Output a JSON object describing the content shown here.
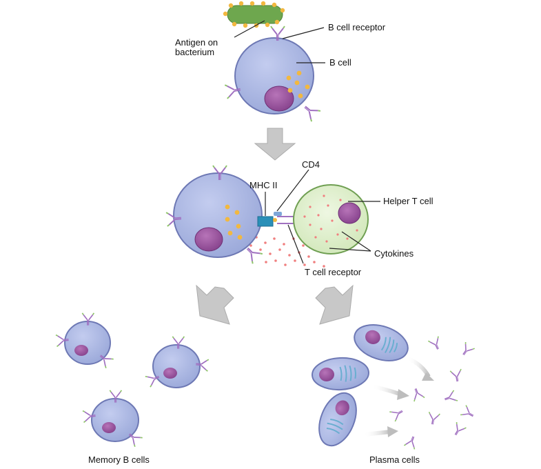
{
  "labels": {
    "antigen_line1": "Antigen on",
    "antigen_line2": "bacterium",
    "b_cell_receptor": "B cell receptor",
    "b_cell": "B cell",
    "cd4": "CD4",
    "mhc_ii": "MHC II",
    "helper_t_cell": "Helper T cell",
    "cytokines": "Cytokines",
    "t_cell_receptor": "T cell receptor",
    "memory_b_cells": "Memory B cells",
    "plasma_cells": "Plasma cells"
  },
  "colors": {
    "b_cell_fill": "#a9b6e0",
    "b_cell_edge": "#6d78b4",
    "nucleus": "#9a4f9e",
    "t_cell_fill": "#d9ecc4",
    "t_cell_edge": "#6f9f52",
    "antibody_purple": "#a070c0",
    "antibody_green": "#8fc46a",
    "antigen_dot": "#f2b840",
    "bacterium": "#6ea74e",
    "cytokine": "#f07f7f",
    "mhc": "#2a8fb8",
    "arrow_gray": "#c8c8c8"
  }
}
